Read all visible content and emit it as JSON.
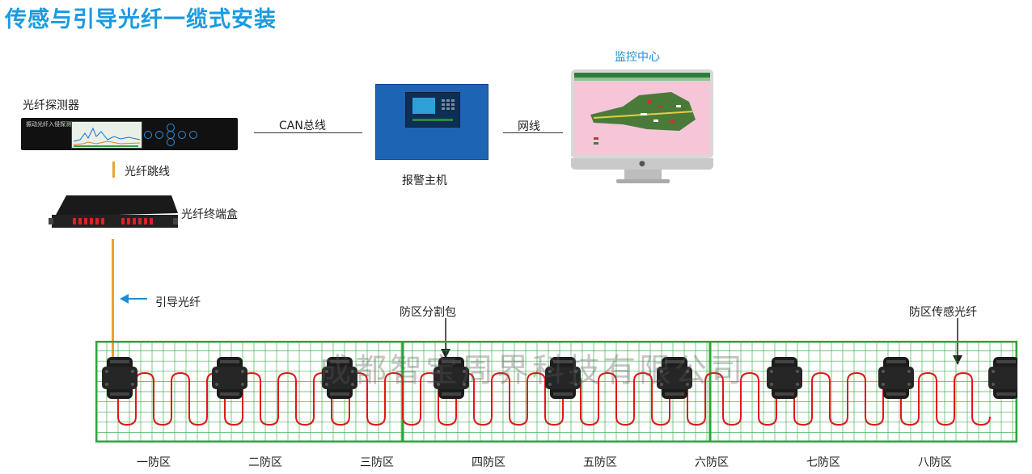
{
  "title": "传感与引导光纤一缆式安装",
  "devices": {
    "detector_label": "光纤探测器",
    "detector_screen_text": "振动光纤入侵探测器",
    "patch_cord_label": "光纤跳线",
    "terminal_box_label": "光纤终端盒",
    "lead_fiber_label": "引导光纤",
    "can_bus_label": "CAN总线",
    "alarm_host_label": "报警主机",
    "network_label": "网线",
    "monitor_center_label": "监控中心"
  },
  "field": {
    "splitter_label": "防区分割包",
    "sensing_fiber_label": "防区传感光纤",
    "zones": [
      "一防区",
      "二防区",
      "三防区",
      "四防区",
      "五防区",
      "六防区",
      "七防区",
      "八防区"
    ]
  },
  "watermark": "成都智宝周界科技有限公司",
  "colors": {
    "title": "#1a9be0",
    "grid": "#2aa63a",
    "fiber": "#e01818",
    "lead_fiber": "#f0a030",
    "accent_blue": "#1a8fd6"
  }
}
